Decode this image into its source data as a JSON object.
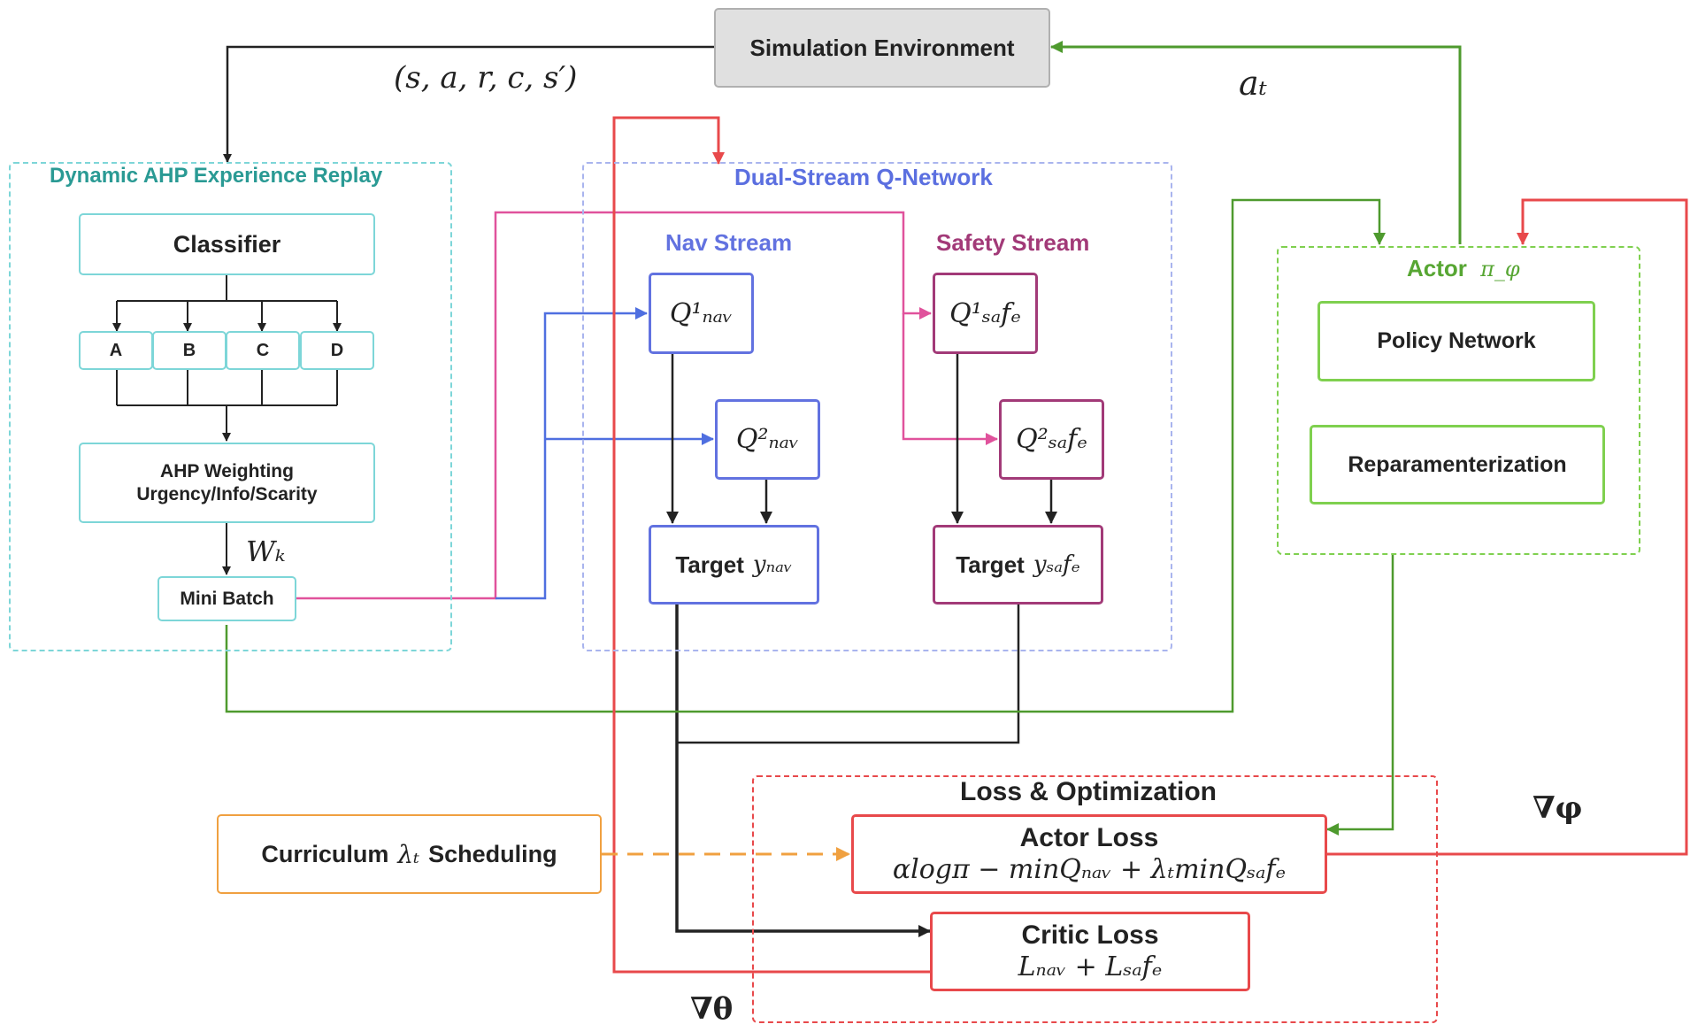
{
  "colors": {
    "black": "#222222",
    "green": "#4e9a2e",
    "red": "#e8494b",
    "pink": "#e0529c",
    "blue": "#4f6fe0",
    "orange": "#f0a040",
    "teal": "#7dd6d8",
    "teal_title": "#2a9a94",
    "lavender": "#a9b4ee",
    "q_blue": "#6272e0",
    "safety": "#a23a78",
    "actor_green": "#7fd04f",
    "actor_title": "#57a633",
    "sim_fill": "#e0e0e0"
  },
  "sim_env": {
    "label": "Simulation Environment"
  },
  "transition_label": "(s, a, r, c, s′)",
  "action_label": "aₜ",
  "replay": {
    "title": "Dynamic AHP Experience Replay",
    "classifier": "Classifier",
    "classes": [
      "A",
      "B",
      "C",
      "D"
    ],
    "ahp_line1": "AHP Weighting",
    "ahp_line2": "Urgency/Info/Scarity",
    "weight_label": "Wₖ",
    "minibatch": "Mini Batch"
  },
  "qnet": {
    "title": "Dual-Stream Q-Network",
    "nav_title": "Nav Stream",
    "safety_title": "Safety Stream",
    "q1_nav": "Q¹ₙₐᵥ",
    "q2_nav": "Q²ₙₐᵥ",
    "q1_safe": "Q¹ₛₐfₑ",
    "q2_safe": "Q²ₛₐfₑ",
    "target_word": "Target",
    "y_nav": "yₙₐᵥ",
    "y_safe": "yₛₐfₑ"
  },
  "actor": {
    "title": "Actor",
    "pi": "π_φ",
    "policy": "Policy Network",
    "reparam": "Reparamenterization"
  },
  "loss": {
    "title": "Loss & Optimization",
    "actor_title": "Actor Loss",
    "actor_formula": "αlogπ − minQₙₐᵥ + λₜminQₛₐfₑ",
    "critic_title": "Critic Loss",
    "critic_formula": "Lₙₐᵥ + Lₛₐfₑ"
  },
  "curriculum": {
    "word1": "Curriculum",
    "lambda": "λₜ",
    "word2": "Scheduling"
  },
  "grad_phi": "∇φ",
  "grad_theta": "∇θ"
}
